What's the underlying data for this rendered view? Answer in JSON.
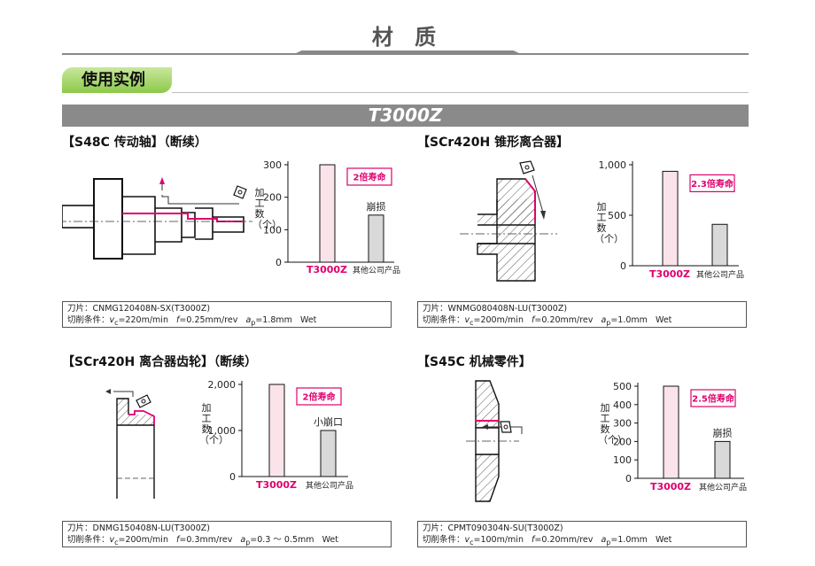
{
  "page": {
    "title": "材 质",
    "section_label": "使用实例",
    "grade_banner": "T3000Z"
  },
  "colors": {
    "accent": "#e0006e",
    "bar_ours_fill": "#fbe3ea",
    "bar_other_fill": "#d9d9d9",
    "tab_green": "#8cc94a"
  },
  "cases": [
    {
      "title": "【S48C 传动轴】（断续）",
      "insert": "刀片：CNMG120408N-SX(T3000Z)",
      "cond_prefix": "切削条件：",
      "vc": "220m/min",
      "f": "0.25mm/rev",
      "ap": "1.8mm",
      "coolant": "Wet",
      "ytitle": "加工数（个）",
      "badge": "2倍寿命",
      "other_note": "崩损"
    },
    {
      "title": "【SCr420H 锥形离合器】",
      "insert": "刀片：WNMG080408N-LU(T3000Z)",
      "cond_prefix": "切削条件：",
      "vc": "200m/min",
      "f": "0.20mm/rev",
      "ap": "1.0mm",
      "coolant": "Wet",
      "ytitle": "加工数（个）",
      "badge": "2.3倍寿命",
      "other_note": ""
    },
    {
      "title": "【SCr420H 离合器齿轮】（断续）",
      "insert": "刀片：DNMG150408N-LU(T3000Z)",
      "cond_prefix": "切削条件：",
      "vc": "200m/min",
      "f": "0.3mm/rev",
      "ap": "0.3 ～ 0.5mm",
      "coolant": "Wet",
      "ytitle": "加工数（个）",
      "badge": "2倍寿命",
      "other_note": "小崩口"
    },
    {
      "title": "【S45C 机械零件】",
      "insert": "刀片：CPMT090304N-SU(T3000Z)",
      "cond_prefix": "切削条件：",
      "vc": "100m/min",
      "f": "0.20mm/rev",
      "ap": "1.0mm",
      "coolant": "Wet",
      "ytitle": "加工数（个）",
      "badge": "2.5倍寿命",
      "other_note": "崩损"
    }
  ],
  "chart_data": [
    {
      "type": "bar",
      "categories": [
        "T3000Z",
        "其他公司产品"
      ],
      "values": [
        300,
        145
      ],
      "ylim": [
        0,
        300
      ],
      "yticks": [
        0,
        100,
        200,
        300
      ],
      "ytick_labels": [
        "0",
        "100",
        "200",
        "300"
      ],
      "ylabel": "加工数（个）"
    },
    {
      "type": "bar",
      "categories": [
        "T3000Z",
        "其他公司产品"
      ],
      "values": [
        935,
        410
      ],
      "ylim": [
        0,
        1000
      ],
      "yticks": [
        0,
        500,
        1000
      ],
      "ytick_labels": [
        "0",
        "500",
        "1,000"
      ],
      "ylabel": "加工数（个）"
    },
    {
      "type": "bar",
      "categories": [
        "T3000Z",
        "其他公司产品"
      ],
      "values": [
        2000,
        1000
      ],
      "ylim": [
        0,
        2000
      ],
      "yticks": [
        0,
        1000,
        2000
      ],
      "ytick_labels": [
        "0",
        "1,000",
        "2,000"
      ],
      "ylabel": "加工数（个）"
    },
    {
      "type": "bar",
      "categories": [
        "T3000Z",
        "其他公司产品"
      ],
      "values": [
        500,
        200
      ],
      "ylim": [
        0,
        500
      ],
      "yticks": [
        0,
        100,
        200,
        300,
        400,
        500
      ],
      "ytick_labels": [
        "0",
        "100",
        "200",
        "300",
        "400",
        "500"
      ],
      "ylabel": "加工数（个）"
    }
  ]
}
